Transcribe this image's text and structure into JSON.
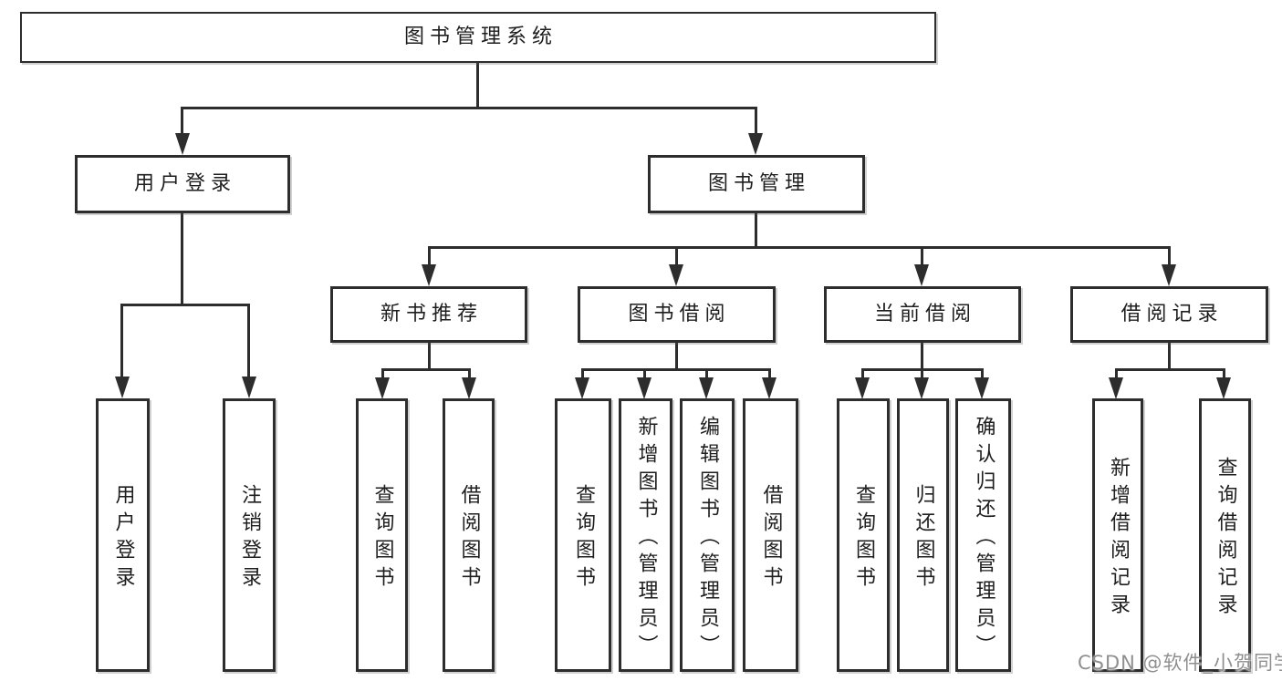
{
  "diagram": {
    "title_node": "图书管理系统",
    "level1": [
      "用户登录",
      "图书管理"
    ],
    "level2": [
      "新书推荐",
      "图书借阅",
      "当前借阅",
      "借阅记录"
    ],
    "leaves_user_login": [
      "用户登录",
      "注销登录"
    ],
    "leaves_new_book": [
      "查询图书",
      "借阅图书"
    ],
    "leaves_book_borrow": [
      "查询图书",
      "新增图书（管理员）",
      "编辑图书（管理员）",
      "借阅图书"
    ],
    "leaves_current_borrow": [
      "查询图书",
      "归还图书",
      "确认归还（管理员）"
    ],
    "leaves_borrow_records": [
      "新增借阅记录",
      "查询借阅记录"
    ]
  },
  "watermark": {
    "text": "CSDN @软件_小贺同学",
    "color": "#8f8f8f"
  },
  "colors": {
    "line": "#2d2d2d",
    "text": "#1e1e1e",
    "background": "#ffffff"
  }
}
